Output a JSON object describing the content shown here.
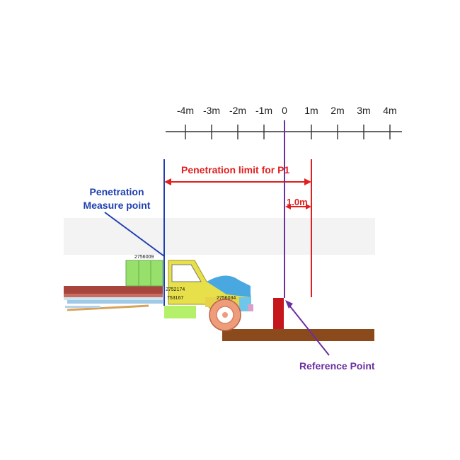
{
  "scale": {
    "ticks": [
      "-4m",
      "-3m",
      "-2m",
      "-1m",
      "0",
      "1m",
      "2m",
      "3m",
      "4m"
    ]
  },
  "labels": {
    "penetration_measure_point": "Penetration\nMeasure point",
    "penetration_limit": "Penetration limit for P1",
    "distance": "1.0m",
    "reference_point": "Reference Point"
  },
  "node_ids": [
    "2756009",
    "2752174",
    "753167",
    "2756034"
  ],
  "colors": {
    "measure": "#1f3fb0",
    "limit": "#e0201e",
    "reference": "#6b2fa0",
    "ground": "#8b4a1c",
    "barrier": "#c4161c"
  }
}
